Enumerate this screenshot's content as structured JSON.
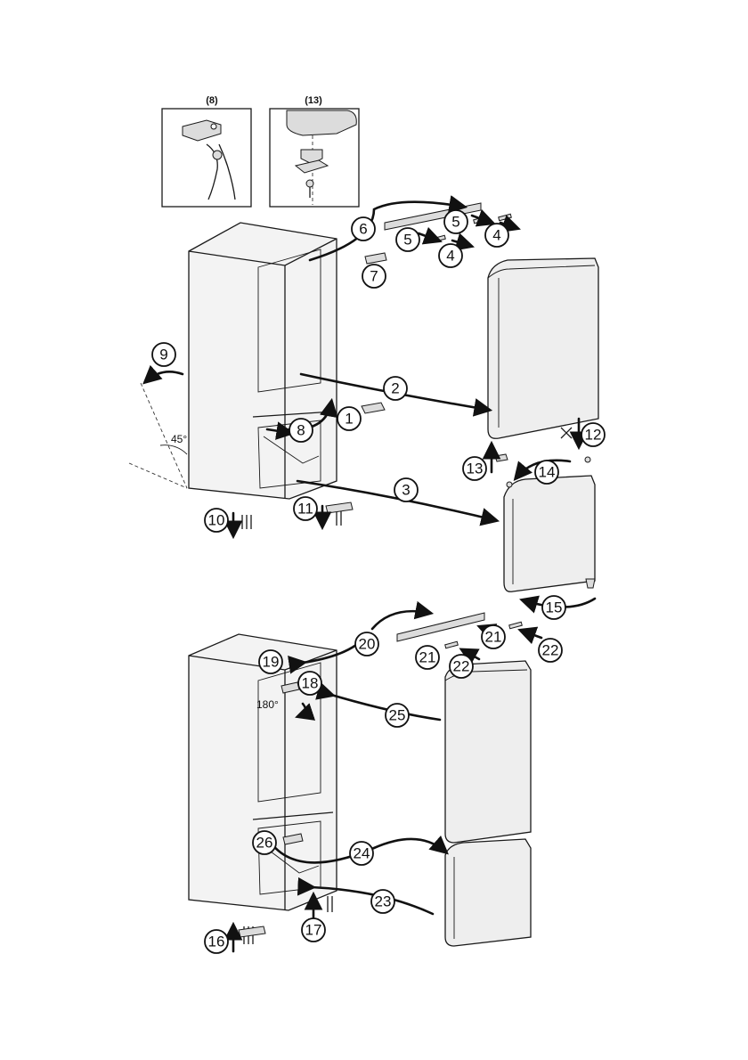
{
  "insets": [
    {
      "label": "(8)"
    },
    {
      "label": "(13)"
    }
  ],
  "angles": {
    "tilt": "45°",
    "rotate": "180°"
  },
  "callouts": [
    "1",
    "2",
    "3",
    "4",
    "5",
    "6",
    "7",
    "8",
    "9",
    "10",
    "11",
    "12",
    "13",
    "14",
    "15",
    "16",
    "17",
    "18",
    "19",
    "20",
    "21",
    "22",
    "23",
    "24",
    "25",
    "26"
  ],
  "colors": {
    "line": "#1a1a1a",
    "fill": "#f3f3f3",
    "arrow": "#111111"
  }
}
